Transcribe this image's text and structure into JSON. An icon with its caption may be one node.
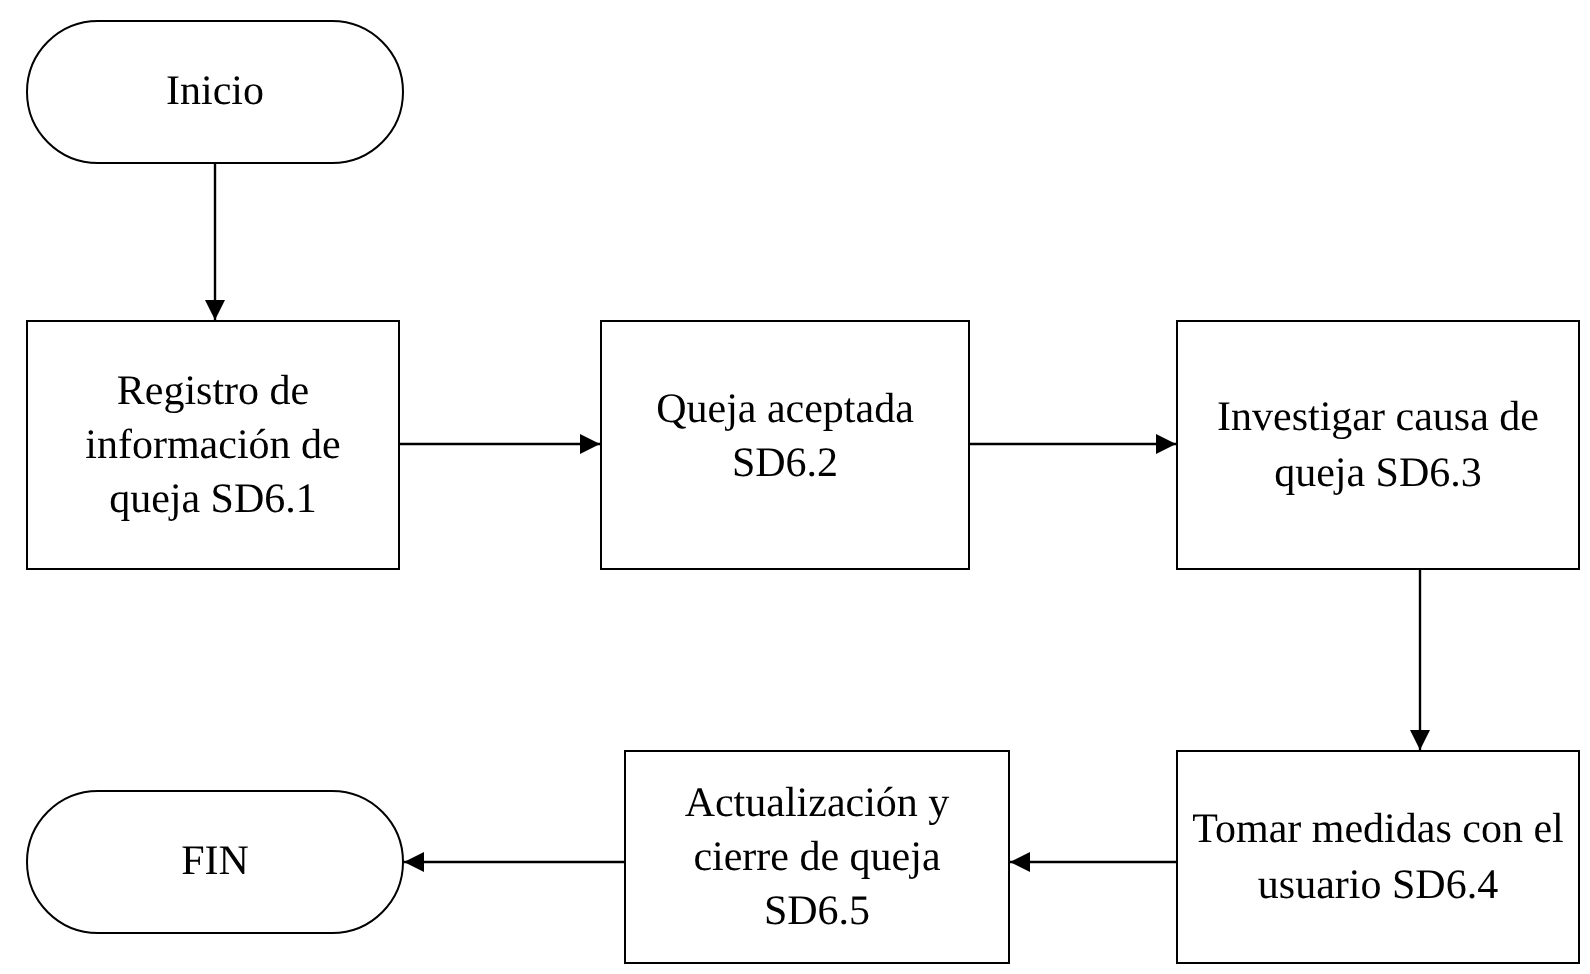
{
  "diagram": {
    "nodes": [
      {
        "text": [
          "Inicio"
        ]
      },
      {
        "text": [
          "Registro de información de queja SD6.1"
        ]
      },
      {
        "text": [
          "Queja aceptada SD6.2"
        ]
      },
      {
        "text": [
          "Investigar causa de queja SD6.3"
        ]
      },
      {
        "text": [
          "Tomar medidas con el usuario SD6.4"
        ]
      },
      {
        "text": [
          "Actualización y cierre de queja SD6.5"
        ]
      },
      {
        "text": [
          "FIN"
        ]
      }
    ],
    "edges": [
      {
        "from": 0,
        "to": 1,
        "arrow": "to"
      },
      {
        "from": 1,
        "to": 2,
        "arrow": "to"
      },
      {
        "from": 2,
        "to": 3,
        "arrow": "to"
      },
      {
        "from": 3,
        "to": 4,
        "arrow": "to"
      },
      {
        "from": 4,
        "to": 5,
        "arrow": "to"
      },
      {
        "from": 5,
        "to": 6,
        "arrow": "to"
      }
    ]
  }
}
